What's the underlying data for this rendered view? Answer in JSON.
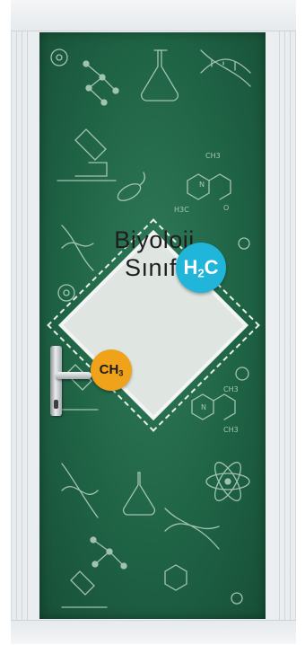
{
  "sign": {
    "line1": "Biyoloji",
    "line2": "Sınıfı"
  },
  "badges": {
    "h2c": {
      "main": "H",
      "sub": "2",
      "tail": "C",
      "color": "#20b5d9"
    },
    "ch3": {
      "main": "CH",
      "sub": "3",
      "color": "#f0a21a"
    }
  },
  "doodle_labels": {
    "ch3_a": "CH3",
    "ch3_b": "CH3",
    "ch3_c": "CH3",
    "n_a": "N",
    "n_b": "N",
    "h3c": "H3C",
    "o": "O"
  },
  "colors": {
    "board": "#1f6345",
    "chalk": "#cfe3d6",
    "diamond": "#dfe6e2",
    "frame": "#eef1f3"
  }
}
